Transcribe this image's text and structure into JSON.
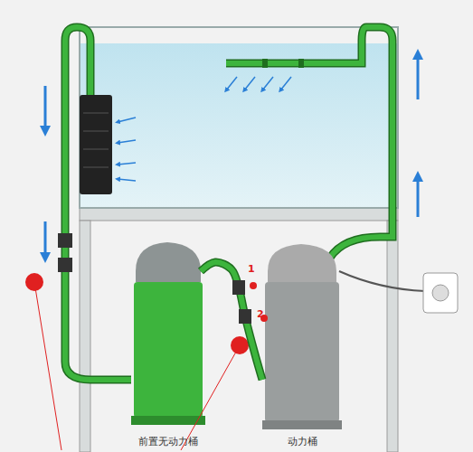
{
  "diagram": {
    "nodes": [
      {
        "text": [
          "前置无动力桶"
        ]
      },
      {
        "text": [
          "动力桶"
        ]
      }
    ],
    "edges": [
      {
        "from": 0,
        "to": 1,
        "arrow": "none"
      }
    ],
    "labels": [
      "1",
      "2"
    ]
  }
}
